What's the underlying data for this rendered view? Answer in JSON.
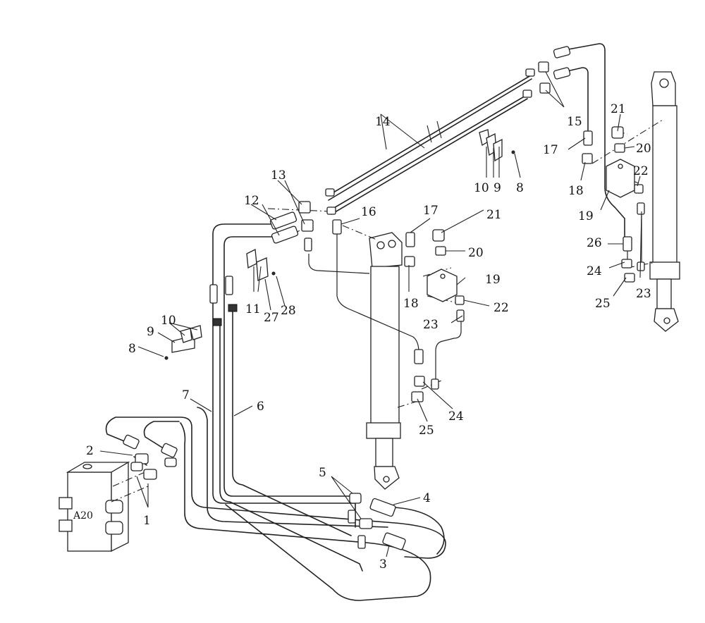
{
  "valve_label": "A20",
  "callouts": [
    "1",
    "2",
    "3",
    "4",
    "5",
    "6",
    "7",
    "8",
    "8",
    "9",
    "9",
    "10",
    "10",
    "11",
    "12",
    "13",
    "14",
    "15",
    "16",
    "17",
    "17",
    "18",
    "18",
    "19",
    "19",
    "20",
    "20",
    "21",
    "21",
    "22",
    "22",
    "23",
    "23",
    "24",
    "24",
    "25",
    "25",
    "26",
    "27",
    "28"
  ],
  "colors": {
    "line": "#222222",
    "background": "#ffffff"
  }
}
